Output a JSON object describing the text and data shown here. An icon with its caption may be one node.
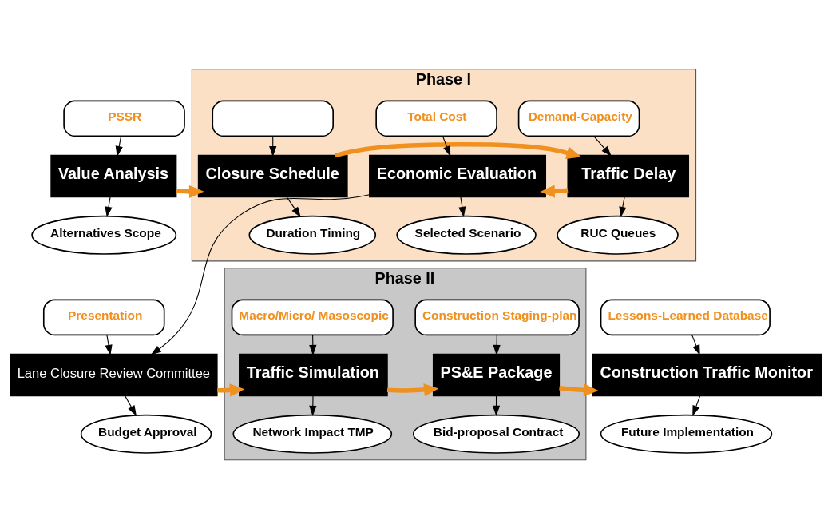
{
  "diagram": {
    "nodes": [
      {
        "text": [
          "PSSR"
        ]
      },
      {
        "text": [
          "Value Analysis"
        ]
      },
      {
        "text": [
          "Alternatives Scope"
        ]
      },
      {
        "text": [
          "Phase I"
        ]
      },
      {
        "text": [],
        "shape": "box",
        "in": 3
      },
      {
        "text": [
          "Closure Schedule"
        ],
        "in": 3
      },
      {
        "text": [
          "Duration Timing"
        ],
        "in": 3
      },
      {
        "text": [
          "Demand-Capacity"
        ],
        "in": 3
      },
      {
        "text": [
          "Traffic Delay"
        ],
        "in": 3
      },
      {
        "text": [
          "RUC Queues"
        ],
        "in": 3
      },
      {
        "text": [
          "Total Cost"
        ],
        "in": 3
      },
      {
        "text": [
          "Economic Evaluation"
        ],
        "in": 3
      },
      {
        "text": [
          "Selected Scenario"
        ],
        "in": 3
      },
      {
        "text": [
          "Presentation"
        ]
      },
      {
        "text": [
          "Lane Closure Review Committee"
        ]
      },
      {
        "text": [
          "Budget Approval"
        ]
      },
      {
        "text": [
          "Phase II"
        ]
      },
      {
        "text": [
          "Macro/Micro/ Masoscopic"
        ],
        "in": 16
      },
      {
        "text": [
          "Traffic Simulation"
        ],
        "in": 16
      },
      {
        "text": [
          "Network Impact TMP"
        ],
        "in": 16
      },
      {
        "text": [
          "Construction Staging-plan"
        ],
        "in": 16
      },
      {
        "text": [
          "PS&E Package"
        ],
        "in": 16
      },
      {
        "text": [
          "Bid-proposal Contract"
        ],
        "in": 16
      },
      {
        "text": [
          "Lessons-Learned Database"
        ]
      },
      {
        "text": [
          "Construction Traffic Monitor"
        ]
      },
      {
        "text": [
          "Future Implementation"
        ]
      }
    ],
    "edges": [
      {
        "from": 0,
        "to": 1,
        "arrow": "to"
      },
      {
        "from": 1,
        "to": 2,
        "arrow": "to"
      },
      {
        "from": 4,
        "to": 5,
        "arrow": "to"
      },
      {
        "from": 5,
        "to": 6,
        "arrow": "to"
      },
      {
        "from": 7,
        "to": 8,
        "arrow": "to"
      },
      {
        "from": 8,
        "to": 9,
        "arrow": "to"
      },
      {
        "from": 10,
        "to": 11,
        "arrow": "to"
      },
      {
        "from": 11,
        "to": 12,
        "arrow": "to"
      },
      {
        "from": 1,
        "to": 5,
        "arrow": "to",
        "style": "thick",
        "color": "#f0901e"
      },
      {
        "from": 5,
        "to": 8,
        "arrow": "to",
        "style": "thick",
        "color": "#f0901e"
      },
      {
        "from": 8,
        "to": 11,
        "arrow": "to",
        "style": "thick",
        "color": "#f0901e"
      },
      {
        "from": 11,
        "to": 14,
        "arrow": "to"
      },
      {
        "from": 13,
        "to": 14,
        "arrow": "to"
      },
      {
        "from": 14,
        "to": 15,
        "arrow": "to"
      },
      {
        "from": 17,
        "to": 18,
        "arrow": "to"
      },
      {
        "from": 18,
        "to": 19,
        "arrow": "to"
      },
      {
        "from": 20,
        "to": 21,
        "arrow": "to"
      },
      {
        "from": 21,
        "to": 22,
        "arrow": "to"
      },
      {
        "from": 23,
        "to": 24,
        "arrow": "to"
      },
      {
        "from": 24,
        "to": 25,
        "arrow": "to"
      },
      {
        "from": 14,
        "to": 18,
        "arrow": "to",
        "style": "thick",
        "color": "#f0901e"
      },
      {
        "from": 18,
        "to": 21,
        "arrow": "to",
        "style": "thick",
        "color": "#f0901e"
      },
      {
        "from": 21,
        "to": 24,
        "arrow": "to",
        "style": "thick",
        "color": "#f0901e"
      }
    ]
  }
}
